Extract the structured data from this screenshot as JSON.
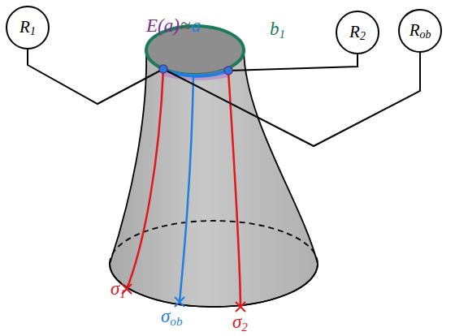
{
  "diagram": {
    "nodes": [
      {
        "text": [
          "R1"
        ]
      },
      {
        "text": [
          "R2"
        ]
      },
      {
        "text": [
          "Rob"
        ]
      }
    ],
    "labels": [
      "E(a)",
      "≈",
      "a",
      "b1",
      "σ1",
      "σob",
      "σ2"
    ]
  }
}
